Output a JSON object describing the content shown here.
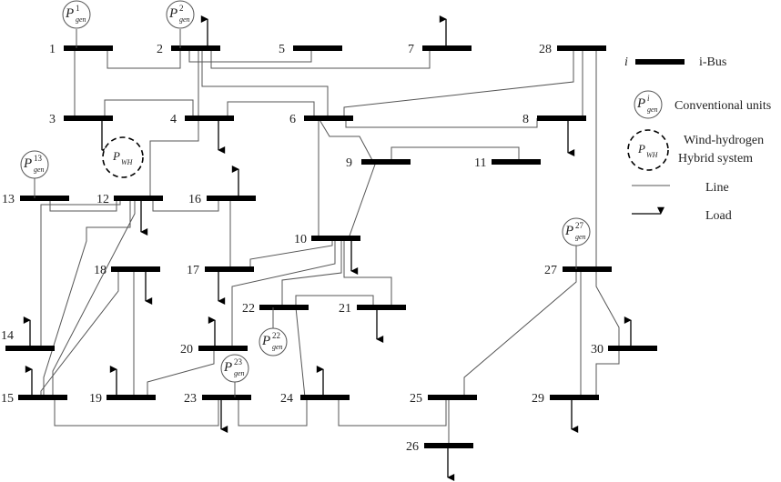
{
  "buses": [
    "1",
    "2",
    "3",
    "4",
    "5",
    "6",
    "7",
    "8",
    "9",
    "10",
    "11",
    "12",
    "13",
    "14",
    "15",
    "16",
    "17",
    "18",
    "19",
    "20",
    "21",
    "22",
    "23",
    "24",
    "25",
    "26",
    "27",
    "28",
    "29",
    "30"
  ],
  "generators": {
    "g1": {
      "base": "P",
      "sup": "1",
      "sub": "gen"
    },
    "g2": {
      "base": "P",
      "sup": "2",
      "sub": "gen"
    },
    "g13": {
      "base": "P",
      "sup": "13",
      "sub": "gen"
    },
    "g22": {
      "base": "P",
      "sup": "22",
      "sub": "gen"
    },
    "g23": {
      "base": "P",
      "sup": "23",
      "sub": "gen"
    },
    "g27": {
      "base": "P",
      "sup": "27",
      "sub": "gen"
    },
    "wh": {
      "base": "P",
      "sub": "WH"
    }
  },
  "legend": {
    "bus_symbol": "i",
    "bus_label": "i-Bus",
    "gen_symbol": {
      "base": "P",
      "sup": "i",
      "sub": "gen"
    },
    "gen_label": "Conventional units",
    "wh_symbol": {
      "base": "P",
      "sub": "WH"
    },
    "wh_label_line1": "Wind-hydrogen",
    "wh_label_line2": "Hybrid system",
    "line_label": "Line",
    "load_label": "Load"
  }
}
